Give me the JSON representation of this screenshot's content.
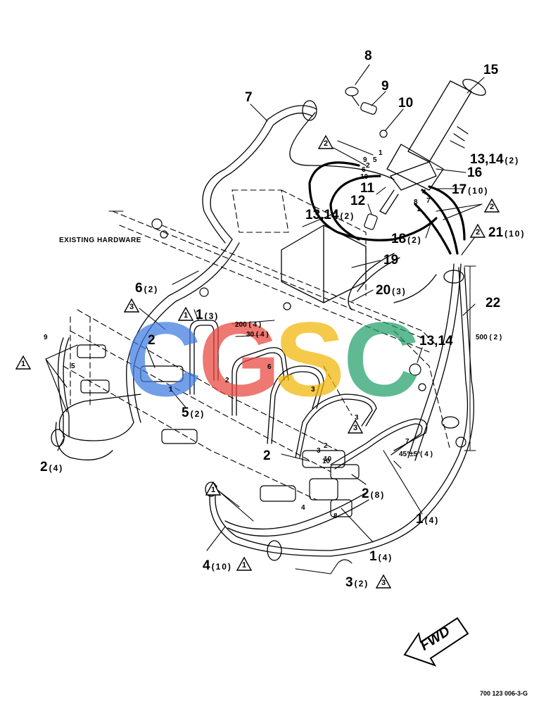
{
  "diagram": {
    "header_note": "EXISTING HARDWARE",
    "drawing_number": "700 123 006-3-G",
    "direction_label": "FWD",
    "watermark": [
      "C",
      "G",
      "S",
      "C"
    ],
    "watermark_colors": [
      "#3d7be0",
      "#e8453c",
      "#f2b705",
      "#22a06b"
    ],
    "callouts": [
      {
        "num": "8",
        "qty": ""
      },
      {
        "num": "9",
        "qty": ""
      },
      {
        "num": "10",
        "qty": ""
      },
      {
        "num": "15",
        "qty": ""
      },
      {
        "num": "7",
        "qty": ""
      },
      {
        "num": "13,14",
        "qty": "(2)"
      },
      {
        "num": "16",
        "qty": ""
      },
      {
        "num": "11",
        "qty": ""
      },
      {
        "num": "17",
        "qty": "(10)"
      },
      {
        "num": "12",
        "qty": ""
      },
      {
        "num": "13,14",
        "qty": "(2)"
      },
      {
        "num": "18",
        "qty": "(2)"
      },
      {
        "num": "21",
        "qty": "(10)"
      },
      {
        "num": "19",
        "qty": ""
      },
      {
        "num": "6",
        "qty": "(2)"
      },
      {
        "num": "20",
        "qty": "(3)"
      },
      {
        "num": "22",
        "qty": ""
      },
      {
        "num": "1",
        "qty": "(3)"
      },
      {
        "num": "2",
        "qty": ""
      },
      {
        "num": "13,14",
        "qty": ""
      },
      {
        "num": "5",
        "qty": "(2)"
      },
      {
        "num": "2",
        "qty": "(4)"
      },
      {
        "num": "2",
        "qty": ""
      },
      {
        "num": "2",
        "qty": "(8)"
      },
      {
        "num": "1",
        "qty": "(4)"
      },
      {
        "num": "1",
        "qty": "(4)"
      },
      {
        "num": "4",
        "qty": "(10)"
      },
      {
        "num": "3",
        "qty": "(2)"
      }
    ],
    "dimensions": [
      "200 ( 4 )",
      "30 ( 4 )",
      "500 ( 2 )",
      "45°±5°( 4 )"
    ],
    "small_labels": [
      "9",
      "5",
      "1",
      "10",
      "4",
      "8",
      "7",
      "3",
      "6",
      "1",
      "9",
      "5",
      "10",
      "1",
      "6",
      "2",
      "4",
      "7",
      "8",
      "2",
      "3",
      "3",
      "2",
      "10"
    ],
    "note_flags": [
      "2",
      "2",
      "2",
      "3",
      "1",
      "1",
      "3",
      "1",
      "1",
      "3"
    ]
  }
}
